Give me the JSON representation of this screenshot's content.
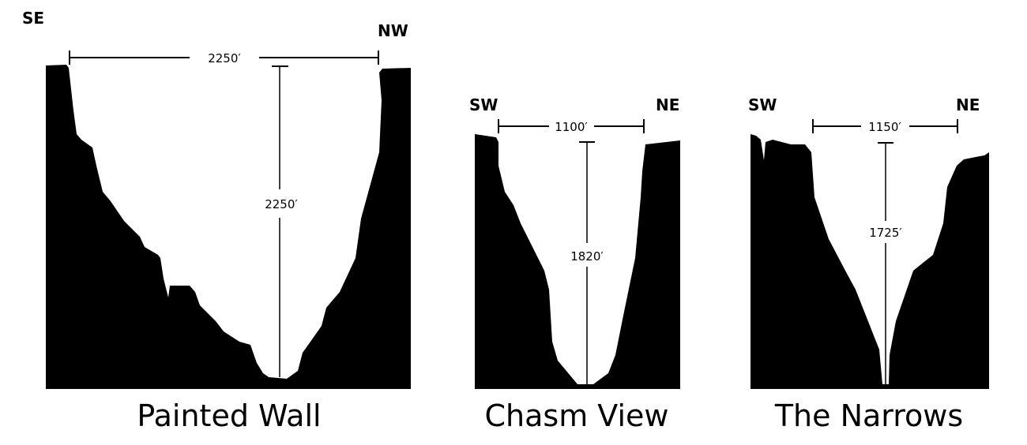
{
  "colors": {
    "rock": "#000000",
    "background": "#ffffff"
  },
  "profiles": [
    {
      "title": "Painted Wall",
      "left_dir": "SE",
      "right_dir": "NW",
      "width": "2250′",
      "depth": "2250′"
    },
    {
      "title": "Chasm View",
      "left_dir": "SW",
      "right_dir": "NE",
      "width": "1100′",
      "depth": "1820′"
    },
    {
      "title": "The Narrows",
      "left_dir": "SW",
      "right_dir": "NE",
      "width": "1150′",
      "depth": "1725′"
    }
  ]
}
